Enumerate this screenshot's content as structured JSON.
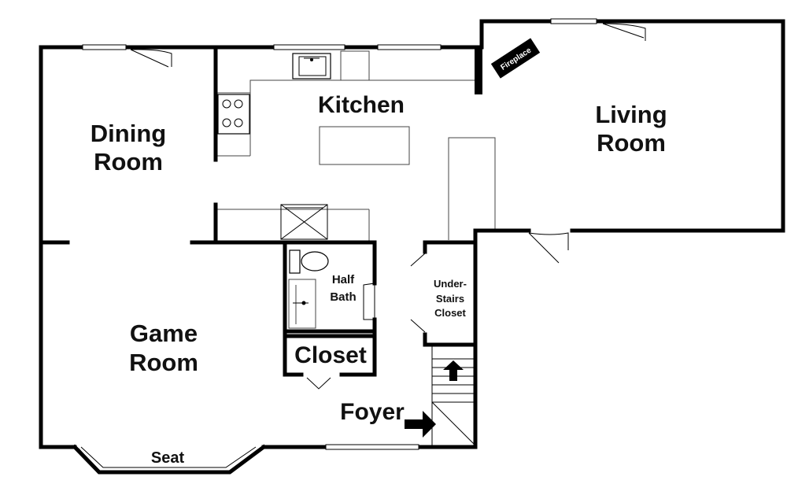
{
  "rooms": {
    "dining_room": [
      "Dining",
      "Room"
    ],
    "kitchen": "Kitchen",
    "living_room": [
      "Living",
      "Room"
    ],
    "half_bath": [
      "Half",
      "Bath"
    ],
    "under_stairs_closet": [
      "Under-",
      "Stairs",
      "Closet"
    ],
    "game_room": [
      "Game",
      "Room"
    ],
    "closet": "Closet",
    "foyer": "Foyer",
    "seat": "Seat",
    "fireplace": "Fireplace"
  }
}
